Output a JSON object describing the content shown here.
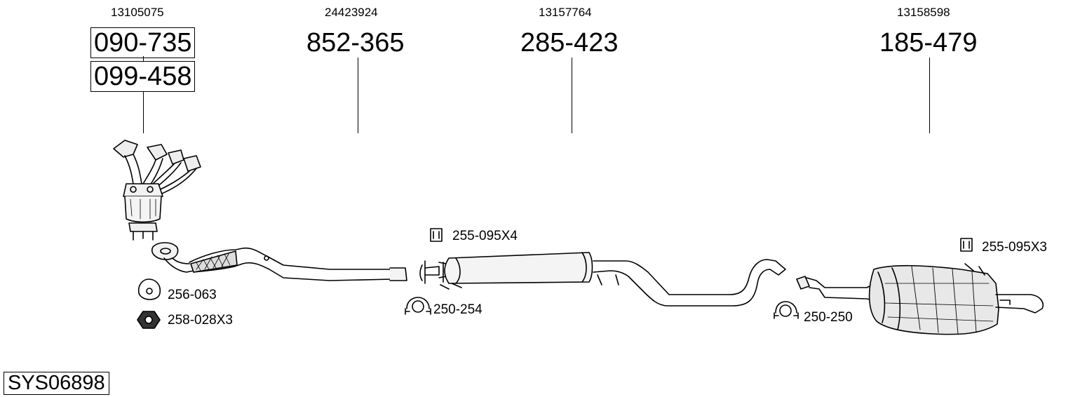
{
  "groups": [
    {
      "oem": "13105075",
      "parts": [
        "090-735",
        "099-458"
      ]
    },
    {
      "oem": "24423924",
      "part": "852-365"
    },
    {
      "oem": "13157764",
      "part": "285-423"
    },
    {
      "oem": "13158598",
      "part": "185-479"
    }
  ],
  "accessories": [
    {
      "label": "255-095X4",
      "icon": "rubber-mount-icon"
    },
    {
      "label": "255-095X3",
      "icon": "rubber-mount-icon"
    },
    {
      "label": "256-063",
      "icon": "gasket-icon"
    },
    {
      "label": "258-028X3",
      "icon": "hex-nut-icon"
    },
    {
      "label": "250-254",
      "icon": "pipe-clamp-icon"
    },
    {
      "label": "250-250",
      "icon": "pipe-clamp-icon"
    }
  ],
  "system_code": "SYS06898"
}
